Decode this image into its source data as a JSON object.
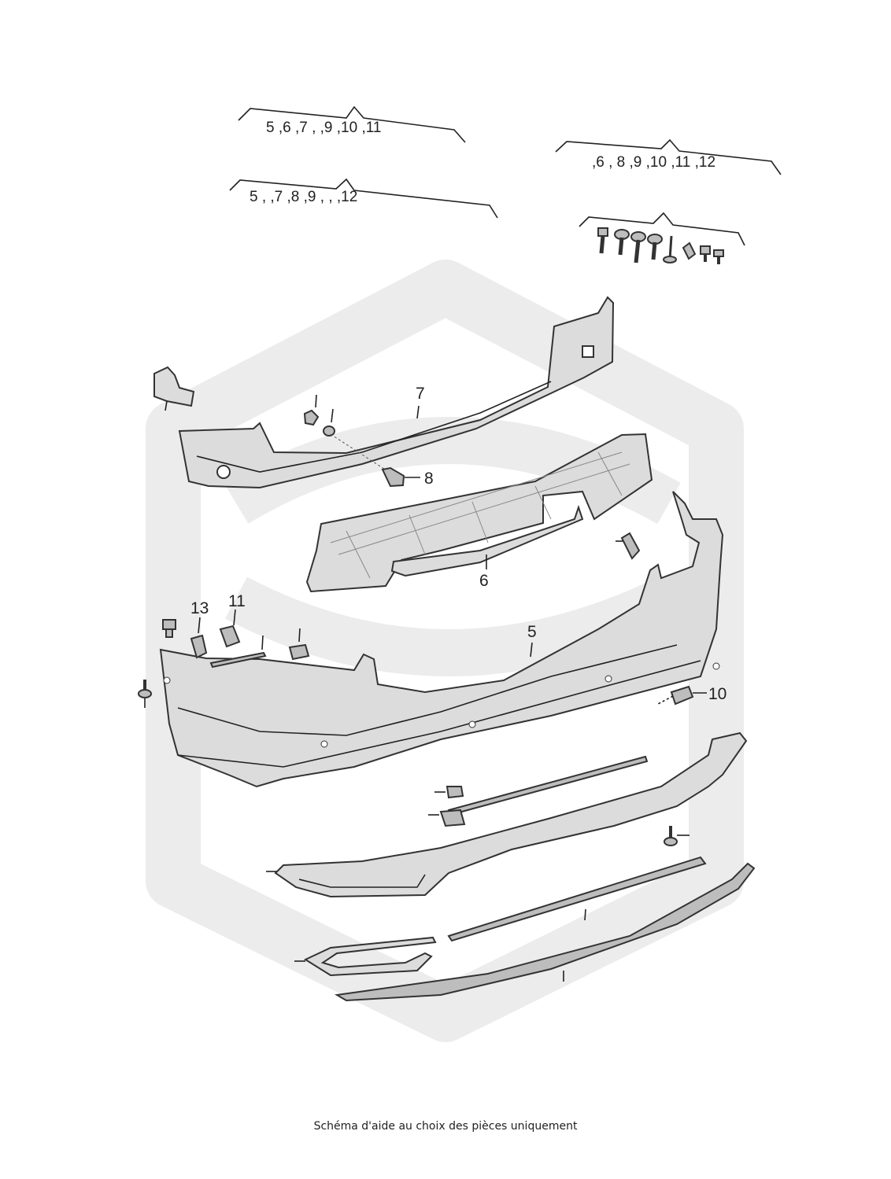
{
  "groups": [
    {
      "text": "5 ,6 ,7 ,  ,9 ,10 ,11"
    },
    {
      "text": "5 ,   ,7 ,8 ,9 ,   ,   ,12"
    },
    {
      "text": ",6  ,   8 ,9 ,10 ,11 ,12"
    }
  ],
  "labels": {
    "l5": "5",
    "l6": "6",
    "l7": "7",
    "l8": "8",
    "l10": "10",
    "l11": "11",
    "l13": "13"
  },
  "footer": "Schéma d'aide au choix des pièces uniquement",
  "colors": {
    "watermark": "#ececec",
    "part": "#dcdcdc",
    "line": "#333333"
  }
}
